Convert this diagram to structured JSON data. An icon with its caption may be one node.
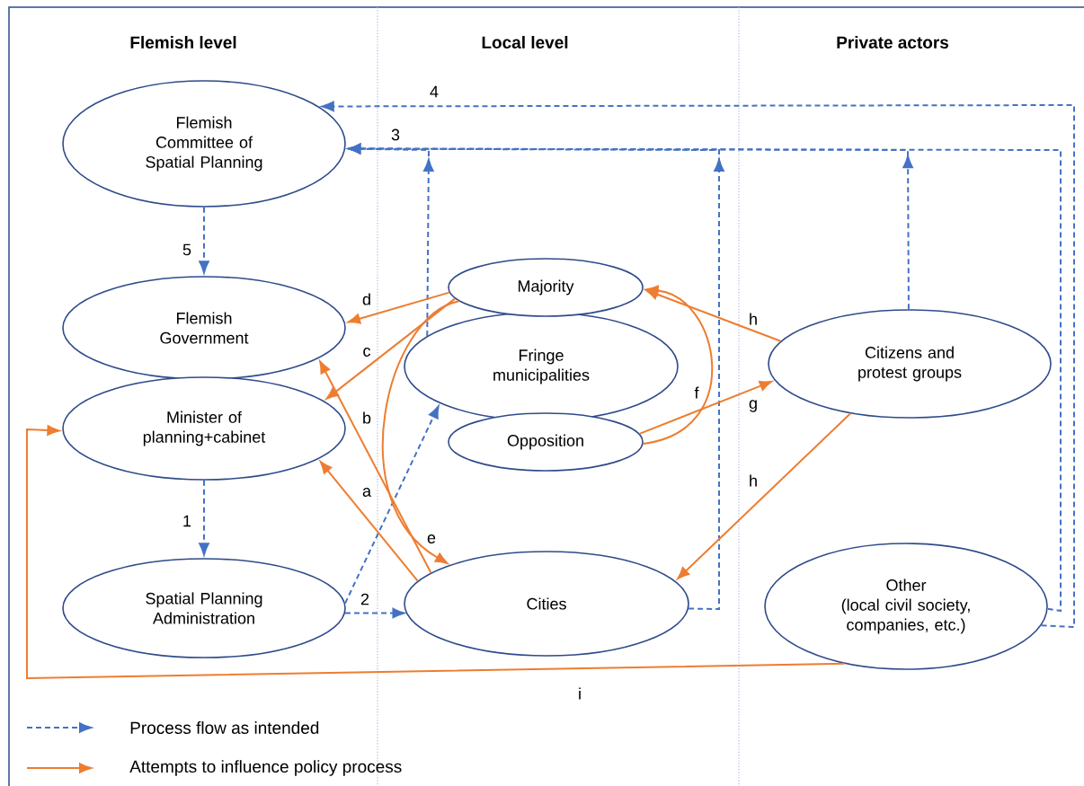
{
  "diagram": {
    "nodes": [
      {
        "text": [
          "Flemish Committee of Spatial Planning"
        ]
      },
      {
        "text": [
          "Flemish Government"
        ]
      },
      {
        "text": [
          "Minister of planning+cabinet"
        ]
      },
      {
        "text": [
          "Spatial Planning Administration"
        ]
      },
      {
        "text": [
          "Majority"
        ]
      },
      {
        "text": [
          "Fringe municipalities"
        ]
      },
      {
        "text": [
          "Opposition"
        ]
      },
      {
        "text": [
          "Cities"
        ]
      },
      {
        "text": [
          "Citizens and protest groups"
        ]
      },
      {
        "text": [
          "Other",
          "(local civil society, companies, etc.)"
        ]
      }
    ],
    "edges": [
      {
        "from": 0,
        "to": 1,
        "arrow": "to",
        "label": "5",
        "style": "dashed",
        "color": "#4472c4"
      },
      {
        "from": 2,
        "to": 3,
        "arrow": "to",
        "label": "1",
        "style": "dashed",
        "color": "#4472c4"
      },
      {
        "from": 3,
        "to": 7,
        "arrow": "to",
        "label": "2",
        "style": "dashed",
        "color": "#4472c4"
      },
      {
        "from": 3,
        "to": 5,
        "arrow": "to",
        "style": "dashed",
        "color": "#4472c4"
      },
      {
        "from": 5,
        "to": 0,
        "arrow": "to",
        "style": "dashed",
        "color": "#4472c4"
      },
      {
        "from": 7,
        "to": 0,
        "arrow": "to",
        "style": "dashed",
        "color": "#4472c4"
      },
      {
        "from": 8,
        "to": 0,
        "arrow": "to",
        "style": "dashed",
        "color": "#4472c4"
      },
      {
        "from": 9,
        "to": 0,
        "arrow": "to",
        "label": "3",
        "style": "dashed",
        "color": "#4472c4"
      },
      {
        "from": 9,
        "to": 0,
        "arrow": "to",
        "label": "4",
        "style": "dashed",
        "color": "#4472c4"
      },
      {
        "from": 4,
        "to": 1,
        "arrow": "to",
        "label": "d"
      },
      {
        "from": 4,
        "to": 2,
        "arrow": "to",
        "label": "c"
      },
      {
        "from": 7,
        "to": 1,
        "arrow": "to",
        "label": "b"
      },
      {
        "from": 7,
        "to": 2,
        "arrow": "to",
        "label": "a"
      },
      {
        "from": 4,
        "to": 7,
        "arrow": "to",
        "label": "e"
      },
      {
        "from": 6,
        "to": 4,
        "arrow": "to",
        "label": "f"
      },
      {
        "from": 6,
        "to": 8,
        "arrow": "to",
        "label": "g"
      },
      {
        "from": 8,
        "to": 4,
        "arrow": "to",
        "label": "h"
      },
      {
        "from": 8,
        "to": 7,
        "arrow": "to",
        "label": "h"
      },
      {
        "from": 9,
        "to": 2,
        "arrow": "to",
        "label": "i"
      }
    ],
    "labels": [
      "Flemish level",
      "Local level",
      "Private actors"
    ],
    "legend": [
      {
        "text": "Process flow as intended"
      },
      {
        "text": "Attempts to influence policy process"
      }
    ]
  }
}
